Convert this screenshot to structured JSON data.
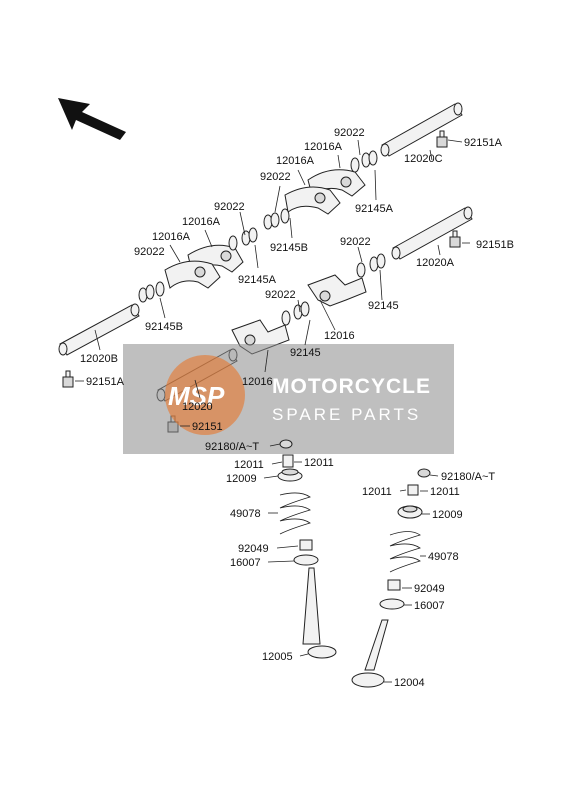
{
  "direction_arrow": "arrow-icon",
  "watermark": {
    "logo": "MSP",
    "brand": "MOTORCYCLE",
    "sub": "SPARE PARTS",
    "panel_color": "#8a8a8a",
    "logo_color": "#e8762b"
  },
  "labels": {
    "p92151A_top": "92151A",
    "p12020C": "12020C",
    "p92022_a": "92022",
    "p12016A_a": "12016A",
    "p12016A_b": "12016A",
    "p92022_b": "92022",
    "p92145A_a": "92145A",
    "p92022_c": "92022",
    "p12016A_c": "12016A",
    "p12016A_d": "12016A",
    "p92145B_a": "92145B",
    "p92022_d": "92022",
    "p92145A_b": "92145A",
    "p92145B_b": "92145B",
    "p92022_e": "92022",
    "p12020A": "12020A",
    "p92151B": "92151B",
    "p92022_f": "92022",
    "p92145_a": "92145",
    "p12016_a": "12016",
    "p92145_b": "92145",
    "p12020B": "12020B",
    "p92151A_left": "92151A",
    "p12016_b": "12016",
    "p12020": "12020",
    "p92151": "92151",
    "p92180_left": "92180/A~T",
    "p12011_a": "12011",
    "p12011_b": "12011",
    "p12009_left": "12009",
    "p49078_left": "49078",
    "p92049_left": "92049",
    "p16007_left": "16007",
    "p12005": "12005",
    "p92180_right": "92180/A~T",
    "p12011_c": "12011",
    "p12011_d": "12011",
    "p12009_right": "12009",
    "p49078_right": "49078",
    "p92049_right": "92049",
    "p16007_right": "16007",
    "p12004": "12004"
  }
}
